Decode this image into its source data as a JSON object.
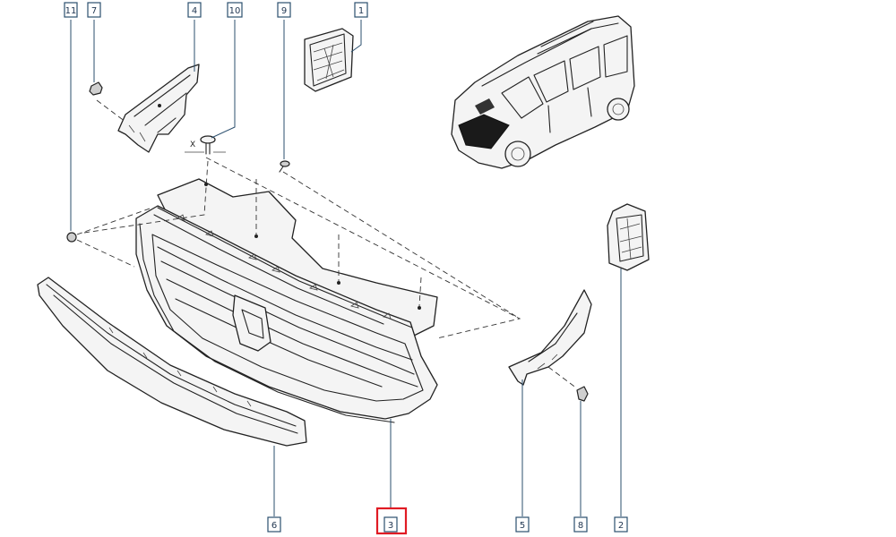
{
  "callouts": {
    "c11": "11",
    "c7": "7",
    "c4": "4",
    "c10": "10",
    "c9": "9",
    "c1": "1",
    "c6": "6",
    "c3": "3",
    "c5": "5",
    "c8": "8",
    "c2": "2"
  },
  "highlighted_callout": "3",
  "highlight_color": "#e01b24",
  "dimension_label": "X"
}
